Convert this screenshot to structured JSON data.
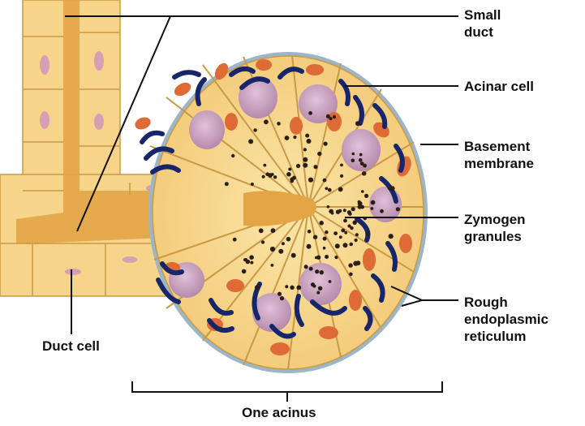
{
  "labels": {
    "small_duct": [
      "Small",
      "duct"
    ],
    "acinar_cell": "Acinar cell",
    "basement_membrane": [
      "Basement",
      "membrane"
    ],
    "zymogen_granules": [
      "Zymogen",
      "granules"
    ],
    "rough_er": [
      "Rough",
      "endoplasmic",
      "reticulum"
    ],
    "duct_cell": "Duct cell",
    "one_acinus": "One acinus"
  },
  "colors": {
    "cell_fill": "#f6d58a",
    "cell_edge": "#c89a45",
    "lumen": "#e3a546",
    "nucleus": "#c9a3bf",
    "duct_nucleus": "#d79fb5",
    "mitochondria": "#de6b36",
    "rough_er": "#17266b",
    "granule": "#2a1e16",
    "membrane": "#9cb6c8",
    "leader": "#111111"
  }
}
